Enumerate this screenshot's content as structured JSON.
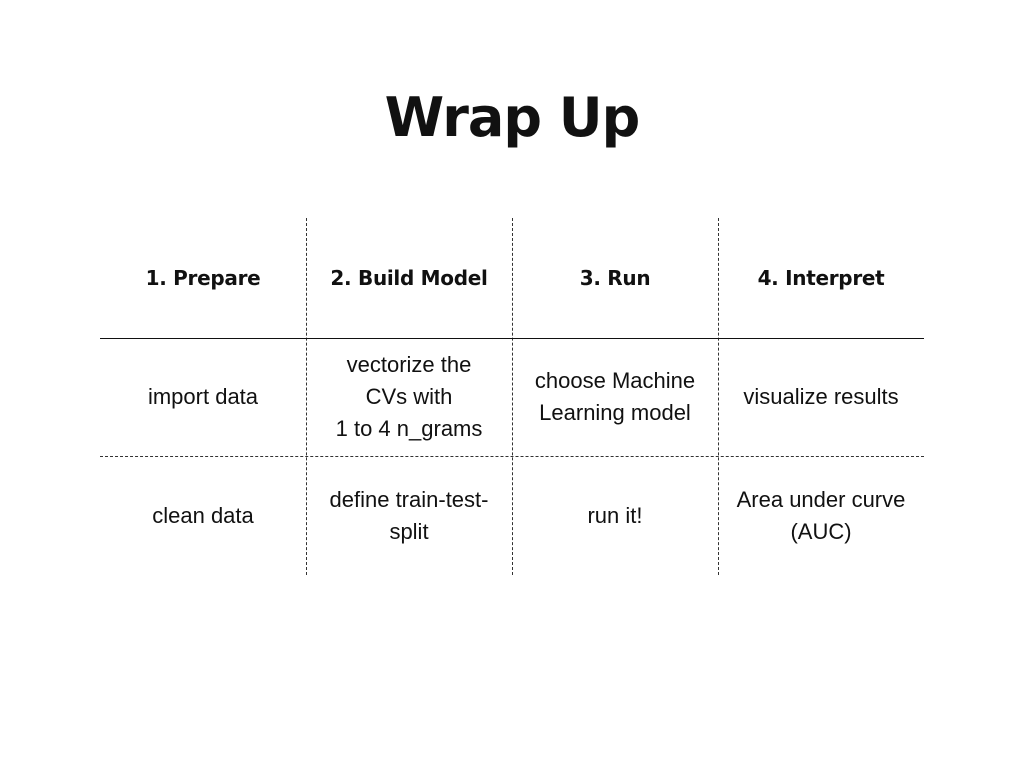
{
  "slide": {
    "title": "Wrap Up"
  },
  "table": {
    "headers": [
      "1. Prepare",
      "2. Build Model",
      "3. Run",
      "4. Interpret"
    ],
    "rows": [
      {
        "cells": [
          [
            "import data"
          ],
          [
            "vectorize the",
            "CVs with",
            "1 to 4 n_grams"
          ],
          [
            "choose Machine",
            "Learning model"
          ],
          [
            "visualize results"
          ]
        ]
      },
      {
        "cells": [
          [
            "clean data"
          ],
          [
            "define train-test-",
            "split"
          ],
          [
            "run it!"
          ],
          [
            "Area under curve",
            "(AUC)"
          ]
        ]
      }
    ]
  }
}
